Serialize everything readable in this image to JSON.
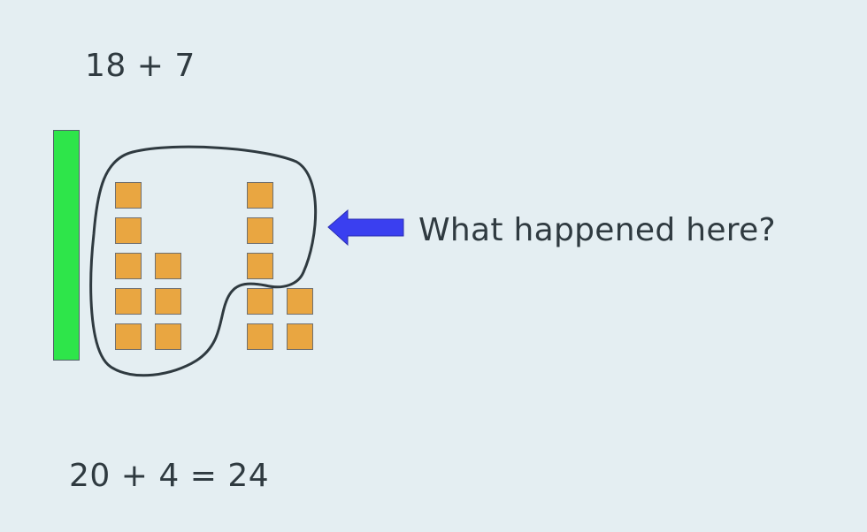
{
  "problem": {
    "expression": "18 + 7",
    "result": "20 + 4 = 24"
  },
  "callout": {
    "question": "What happened here?"
  },
  "blocks": {
    "ten_rods": 1,
    "unit_cubes": 15
  },
  "colors": {
    "background": "#e4eef2",
    "ten_rod": "#2ee54a",
    "unit_cube": "#e9a641",
    "arrow": "#3a3ff0",
    "text": "#2f3a40",
    "loop": "#2f3a40"
  }
}
